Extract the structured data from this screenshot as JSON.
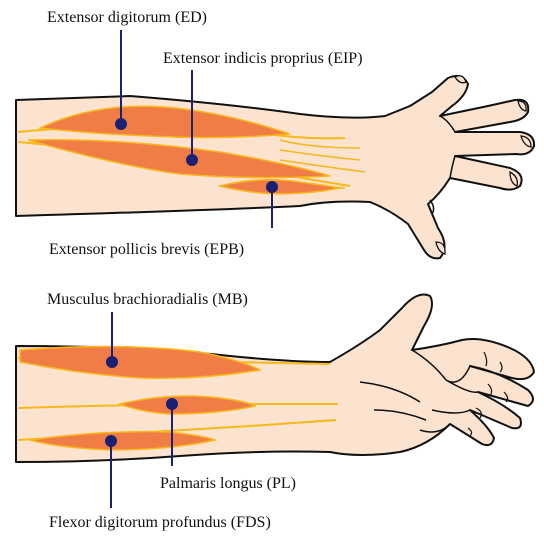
{
  "colors": {
    "skin": "#fbe3d0",
    "outline": "#111111",
    "muscle": "#f07d45",
    "tendon": "#f8b81a",
    "pointer": "#1a2173"
  },
  "figures": {
    "top": {
      "view": "dorsal forearm",
      "labels": {
        "ed": "Extensor digitorum (ED)",
        "eip": "Extensor indicis proprius (EIP)",
        "epb": "Extensor pollicis brevis (EPB)"
      }
    },
    "bottom": {
      "view": "palmar forearm",
      "labels": {
        "mb": "Musculus brachioradialis (MB)",
        "pl": "Palmaris longus (PL)",
        "fds": "Flexor digitorum profundus (FDS)"
      }
    }
  }
}
